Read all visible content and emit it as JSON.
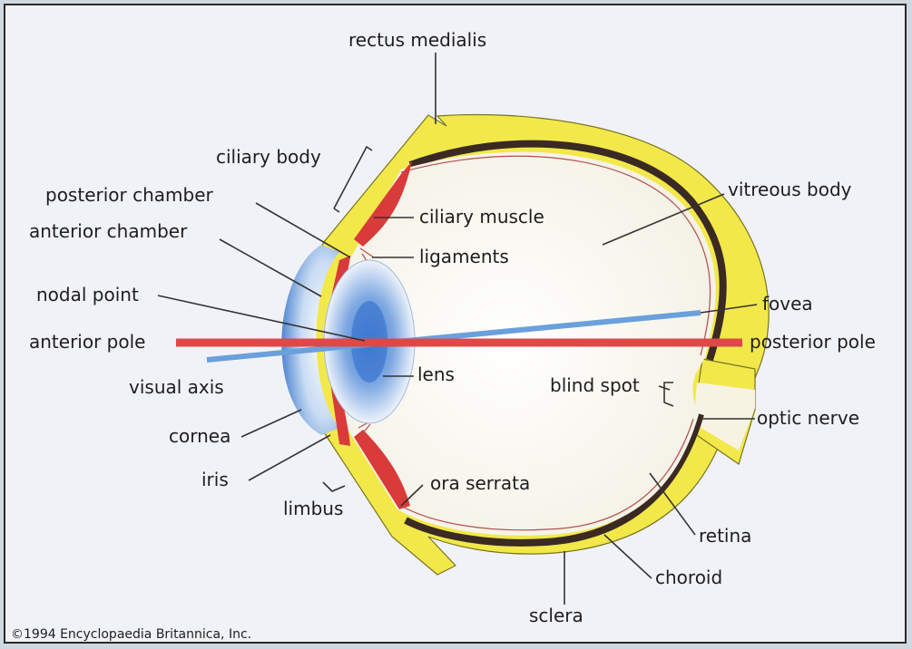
{
  "diagram": {
    "labels": {
      "rectus_medialis": "rectus medialis",
      "ciliary_body": "ciliary body",
      "posterior_chamber": "posterior chamber",
      "anterior_chamber": "anterior chamber",
      "nodal_point": "nodal point",
      "anterior_pole": "anterior pole",
      "visual_axis": "visual axis",
      "cornea": "cornea",
      "iris": "iris",
      "limbus": "limbus",
      "ciliary_muscle": "ciliary muscle",
      "ligaments": "ligaments",
      "lens": "lens",
      "ora_serrata": "ora serrata",
      "sclera": "sclera",
      "vitreous_body": "vitreous body",
      "fovea": "fovea",
      "posterior_pole": "posterior pole",
      "blind_spot": "blind spot",
      "optic_nerve": "optic nerve",
      "retina": "retina",
      "choroid": "choroid"
    },
    "copyright": "©1994 Encyclopaedia Britannica, Inc.",
    "colors": {
      "sclera": "#f2e84a",
      "muscle": "#d93a3a",
      "axis_blue": "#6aa0dc",
      "pole_red": "#e04848",
      "choroid": "#3a2a22",
      "cornea_blue": "#5b8fd8",
      "interior": "#f8f6ee"
    }
  }
}
